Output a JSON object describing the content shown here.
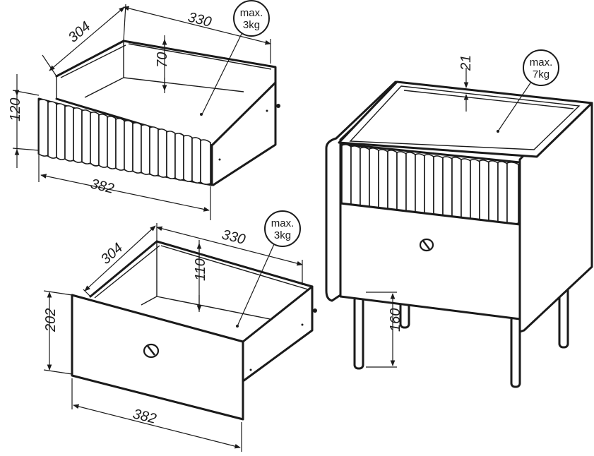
{
  "drawer_open_top": {
    "width": "382",
    "depth": "304",
    "inner_width": "330",
    "height": "120",
    "inner_height": "70",
    "load_line1": "max.",
    "load_line2": "3kg"
  },
  "drawer_open_bottom": {
    "width": "382",
    "depth": "304",
    "inner_width": "330",
    "height": "202",
    "inner_height": "110",
    "load_line1": "max.",
    "load_line2": "3kg"
  },
  "nightstand": {
    "top_rim": "21",
    "leg_height": "160",
    "load_line1": "max.",
    "load_line2": "7kg"
  }
}
